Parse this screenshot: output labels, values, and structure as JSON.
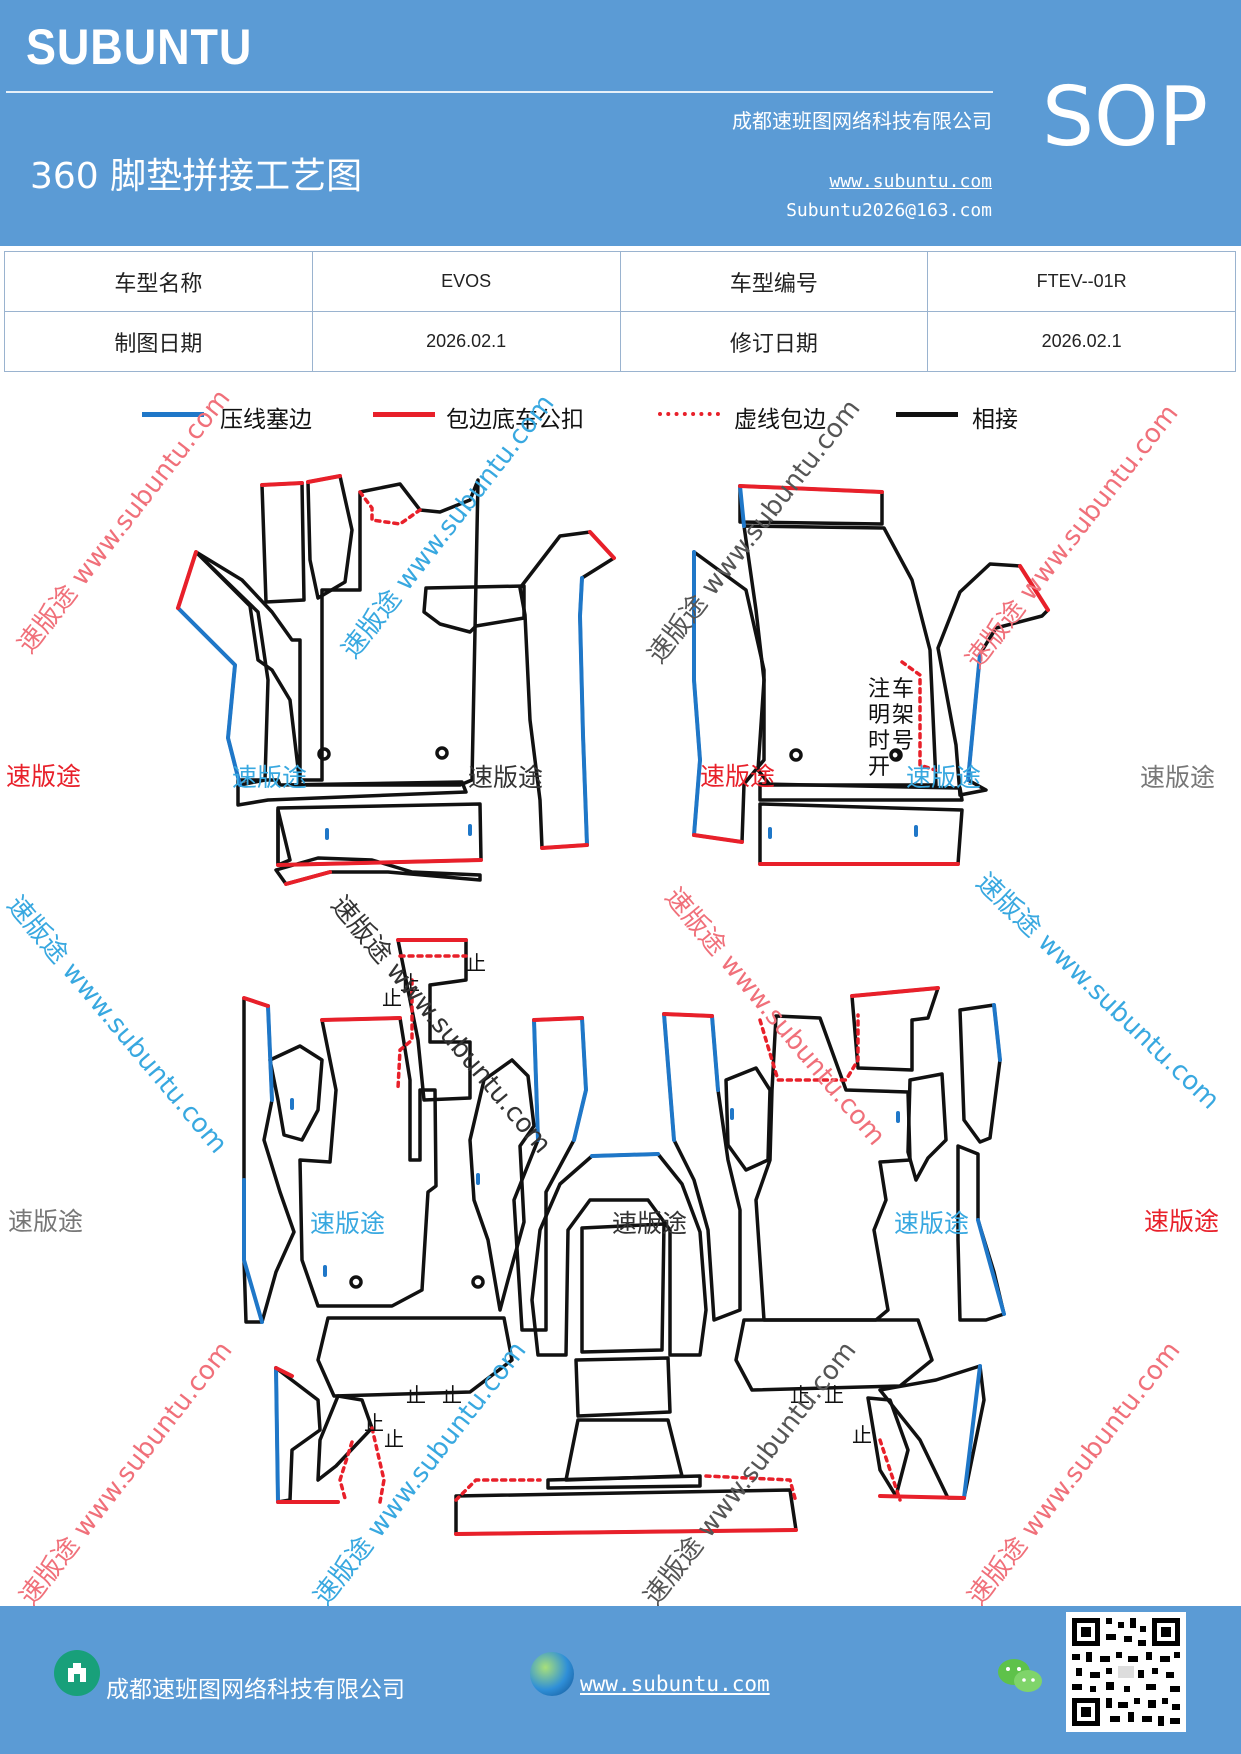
{
  "header": {
    "brand": "SUBUNTU",
    "title": "360 脚垫拼接工艺图",
    "company": "成都速班图网络科技有限公司",
    "website": "www.subuntu.com",
    "email": "Subuntu2026@163.com",
    "badge": "SOP"
  },
  "info_table": {
    "row1": {
      "label1": "车型名称",
      "value1": "EVOS",
      "label2": "车型编号",
      "value2": "FTEV--01R"
    },
    "row2": {
      "label1": "制图日期",
      "value1": "2026.02.1",
      "label2": "修订日期",
      "value2": "2026.02.1"
    }
  },
  "legend": [
    {
      "label": "压线塞边",
      "color": "#1f77c8",
      "style": "solid"
    },
    {
      "label": "包边底车公扣",
      "color": "#e8202a",
      "style": "solid"
    },
    {
      "label": "虚线包边",
      "color": "#e8202a",
      "style": "dotted"
    },
    {
      "label": "相接",
      "color": "#111111",
      "style": "solid"
    }
  ],
  "drawing": {
    "note_chars": [
      "注",
      "车",
      "明",
      "架",
      "时",
      "号",
      "开"
    ],
    "stop_mark": "止"
  },
  "watermarks": {
    "brand_cn": "速版途",
    "diagonal": "速版途 www.subuntu.com",
    "colors": {
      "red": "#e8202a",
      "blue": "#38a8e0",
      "gray": "#777777"
    }
  },
  "footer": {
    "company": "成都速班图网络科技有限公司",
    "website": "www.subuntu.com"
  }
}
